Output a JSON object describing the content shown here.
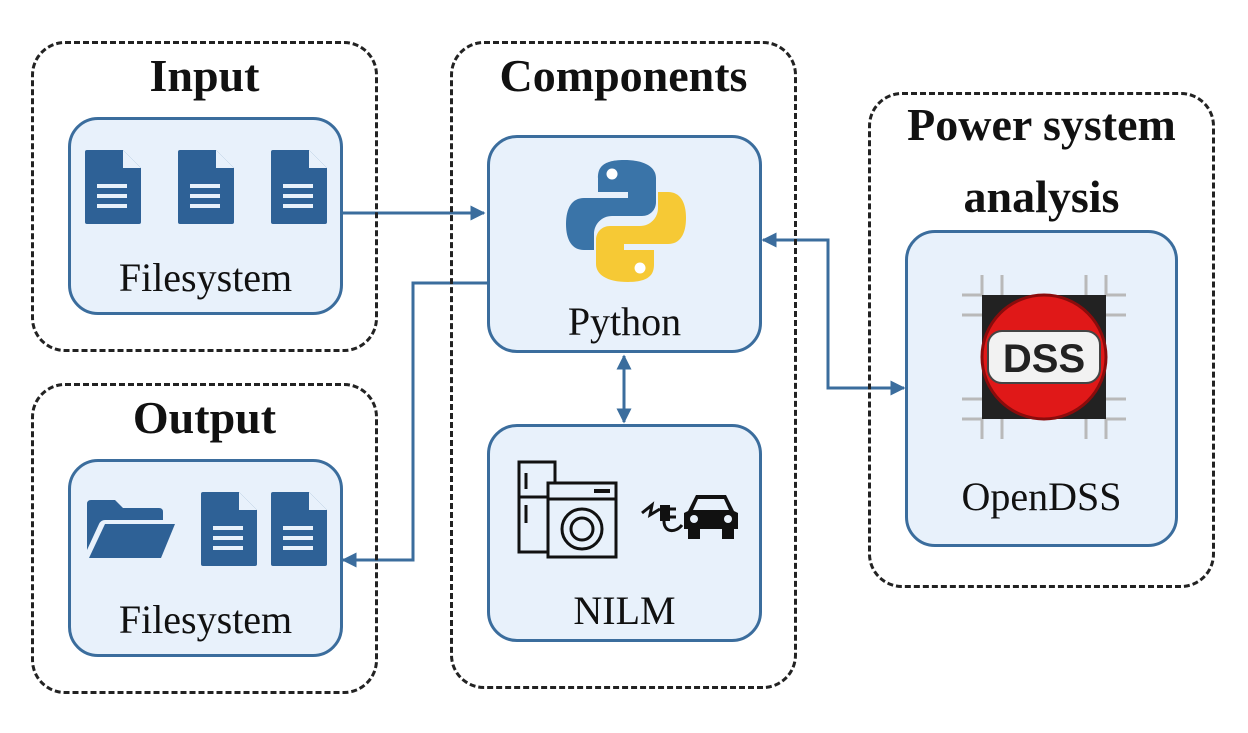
{
  "groups": {
    "input": {
      "title": "Input"
    },
    "output": {
      "title": "Output"
    },
    "components": {
      "title": "Components"
    },
    "power": {
      "title_line1": "Power system",
      "title_line2": "analysis"
    }
  },
  "nodes": {
    "input_fs": {
      "label": "Filesystem"
    },
    "output_fs": {
      "label": "Filesystem"
    },
    "python": {
      "label": "Python"
    },
    "nilm": {
      "label": "NILM"
    },
    "opendss": {
      "label": "OpenDSS",
      "badge_text": "DSS"
    }
  },
  "colors": {
    "accent": "#3b6d9d",
    "node_fill": "#e8f1fb",
    "doc_icon": "#2e6196",
    "python_blue": "#3a74a8",
    "python_yellow": "#f6c935",
    "dss_red": "#e01818"
  }
}
